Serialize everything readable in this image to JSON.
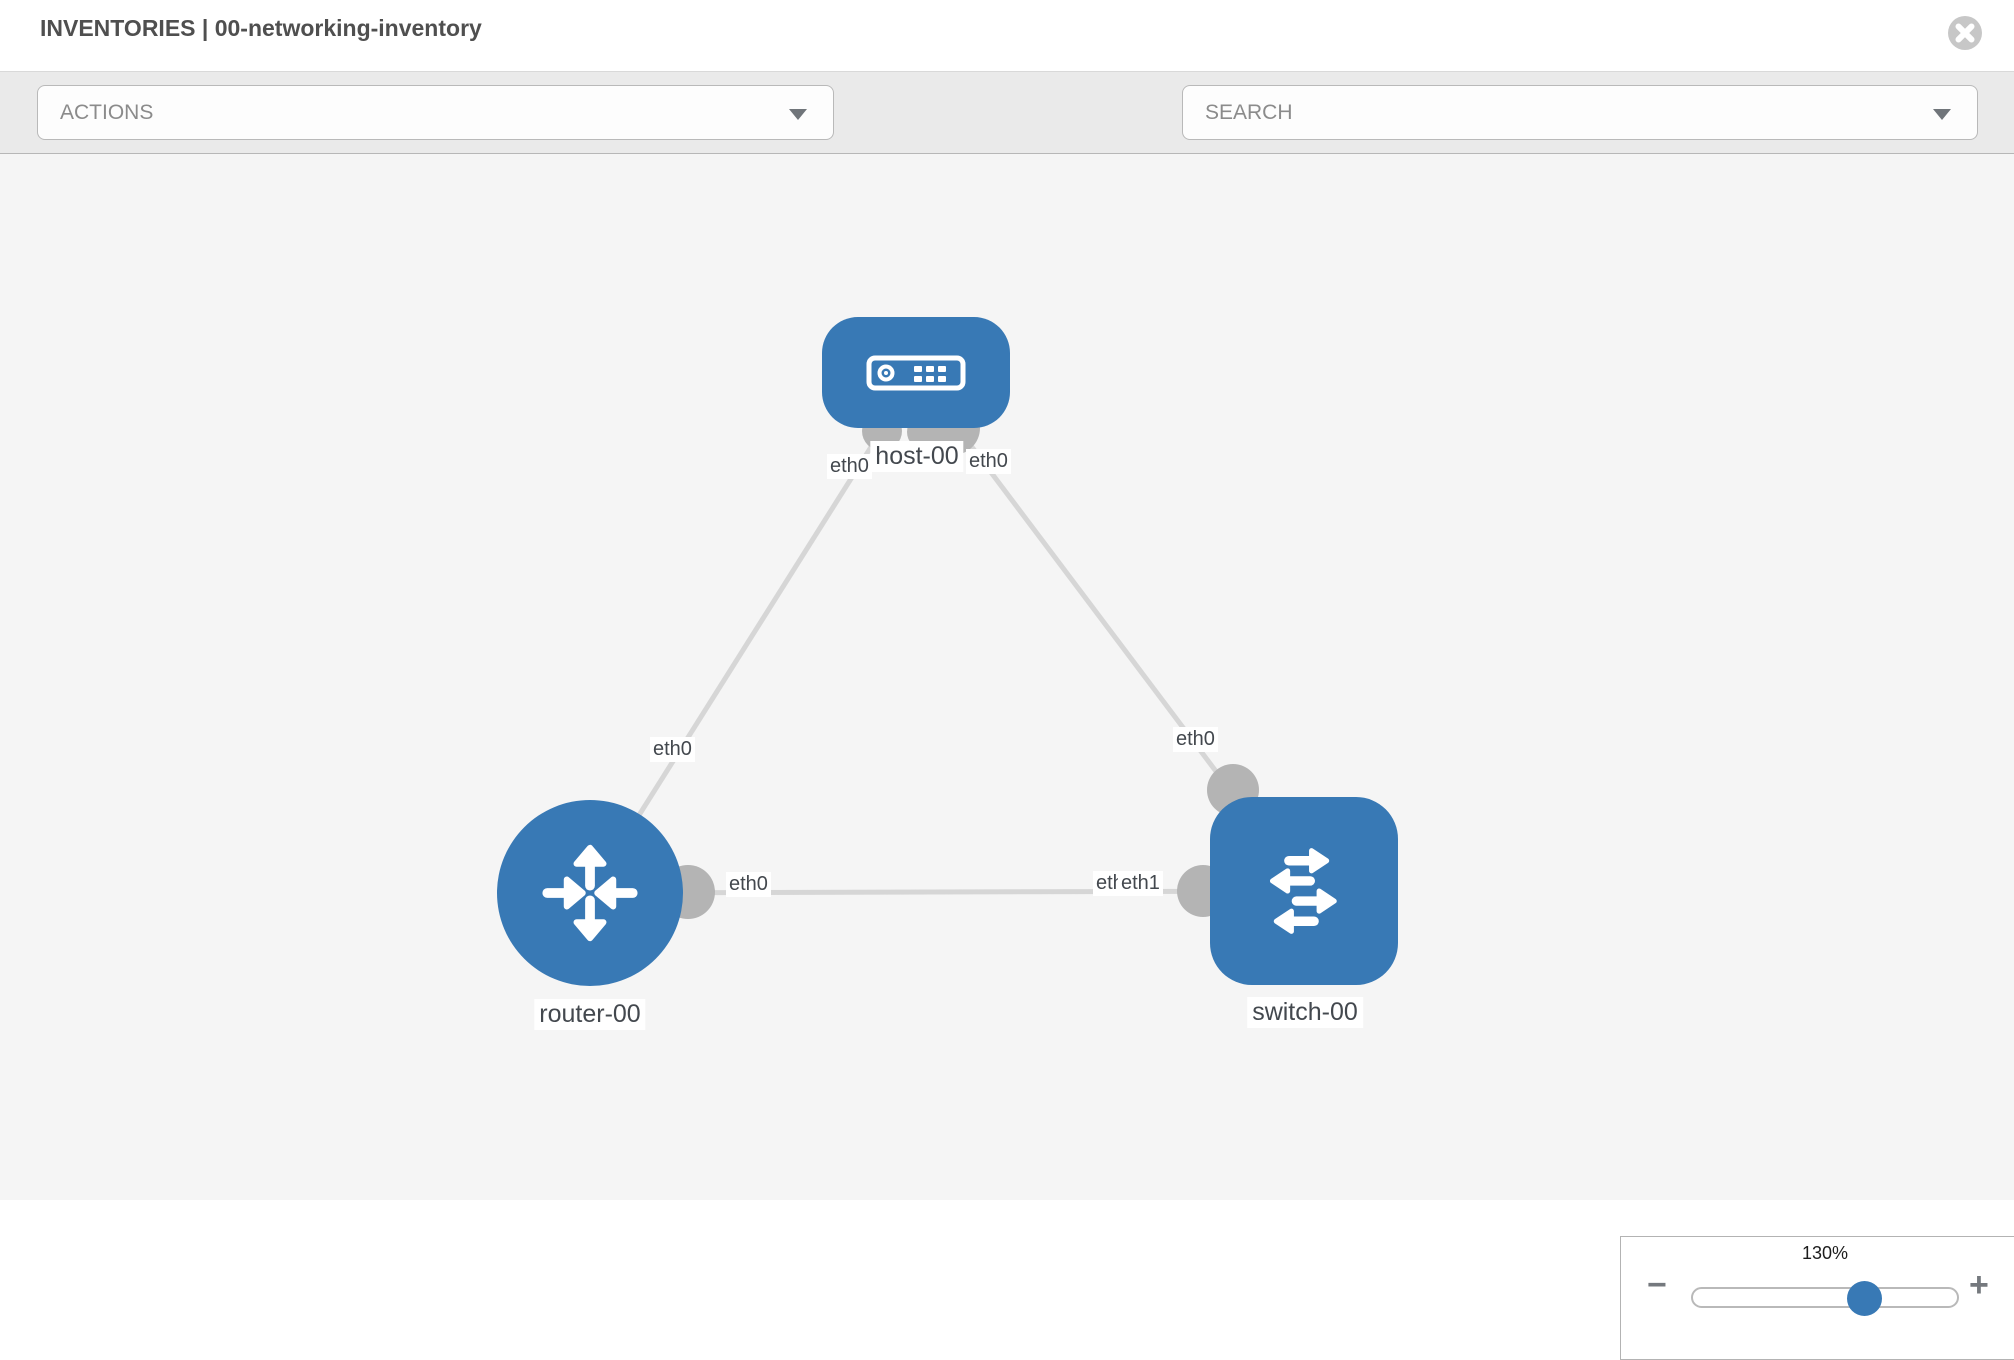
{
  "header": {
    "title": "INVENTORIES | 00-networking-inventory"
  },
  "toolbar": {
    "actions_label": "ACTIONS",
    "search_placeholder": "SEARCH"
  },
  "icons": {
    "close": "times-circle",
    "wrench": "wrench",
    "key": "key",
    "dropdown_caret": "caret-down",
    "zoom_out_glyph": "−",
    "zoom_in_glyph": "+"
  },
  "colors": {
    "node_blue": "#3879b5",
    "link_gray": "#d6d6d6",
    "endpoint_gray": "#b4b4b4",
    "canvas_bg": "#f5f5f5",
    "toolbar_bg": "#eaeaea",
    "label_text": "#43484e"
  },
  "topology": {
    "nodes": [
      {
        "id": "host-00",
        "label": "host-00",
        "type": "host",
        "icon": "server"
      },
      {
        "id": "router-00",
        "label": "router-00",
        "type": "router",
        "icon": "route-arrows"
      },
      {
        "id": "switch-00",
        "label": "switch-00",
        "type": "switch",
        "icon": "exchange-arrows"
      }
    ],
    "links": [
      {
        "from": "host-00",
        "to": "router-00",
        "from_interface": "eth0",
        "to_interface": "eth0"
      },
      {
        "from": "host-00",
        "to": "switch-00",
        "from_interface": "eth0",
        "to_interface": "eth0"
      },
      {
        "from": "router-00",
        "to": "switch-00",
        "from_interface": "eth0",
        "to_interface": "eth1"
      }
    ],
    "port_labels": [
      {
        "name": "host-port-to-router",
        "text": "eth0"
      },
      {
        "name": "host-port-to-switch",
        "text": "eth0"
      },
      {
        "name": "router-port-to-host",
        "text": "eth0"
      },
      {
        "name": "switch-port-to-host",
        "text": "eth0"
      },
      {
        "name": "router-port-to-switch",
        "text": "eth0"
      },
      {
        "name": "switch-port-to-router-overlapped",
        "text": "eth0"
      },
      {
        "name": "switch-port-to-router",
        "text": "eth1"
      }
    ]
  },
  "zoom_control": {
    "value": "130%"
  }
}
